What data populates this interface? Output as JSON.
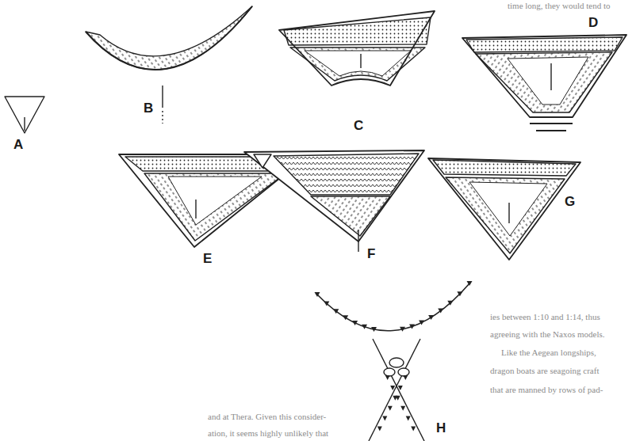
{
  "diagram": {
    "labels": [
      "A",
      "B",
      "C",
      "D",
      "E",
      "F",
      "G",
      "H",
      "time long, they would tend to",
      "ies between 1:10 and 1:14, thus",
      "agreeing with the Naxos models.",
      "Like the Aegean longships,",
      "dragon boats are seagoing craft",
      "that are manned by rows of pad-",
      "and at Thera. Given this consider-",
      "ation, it seems highly unlikely that"
    ]
  }
}
